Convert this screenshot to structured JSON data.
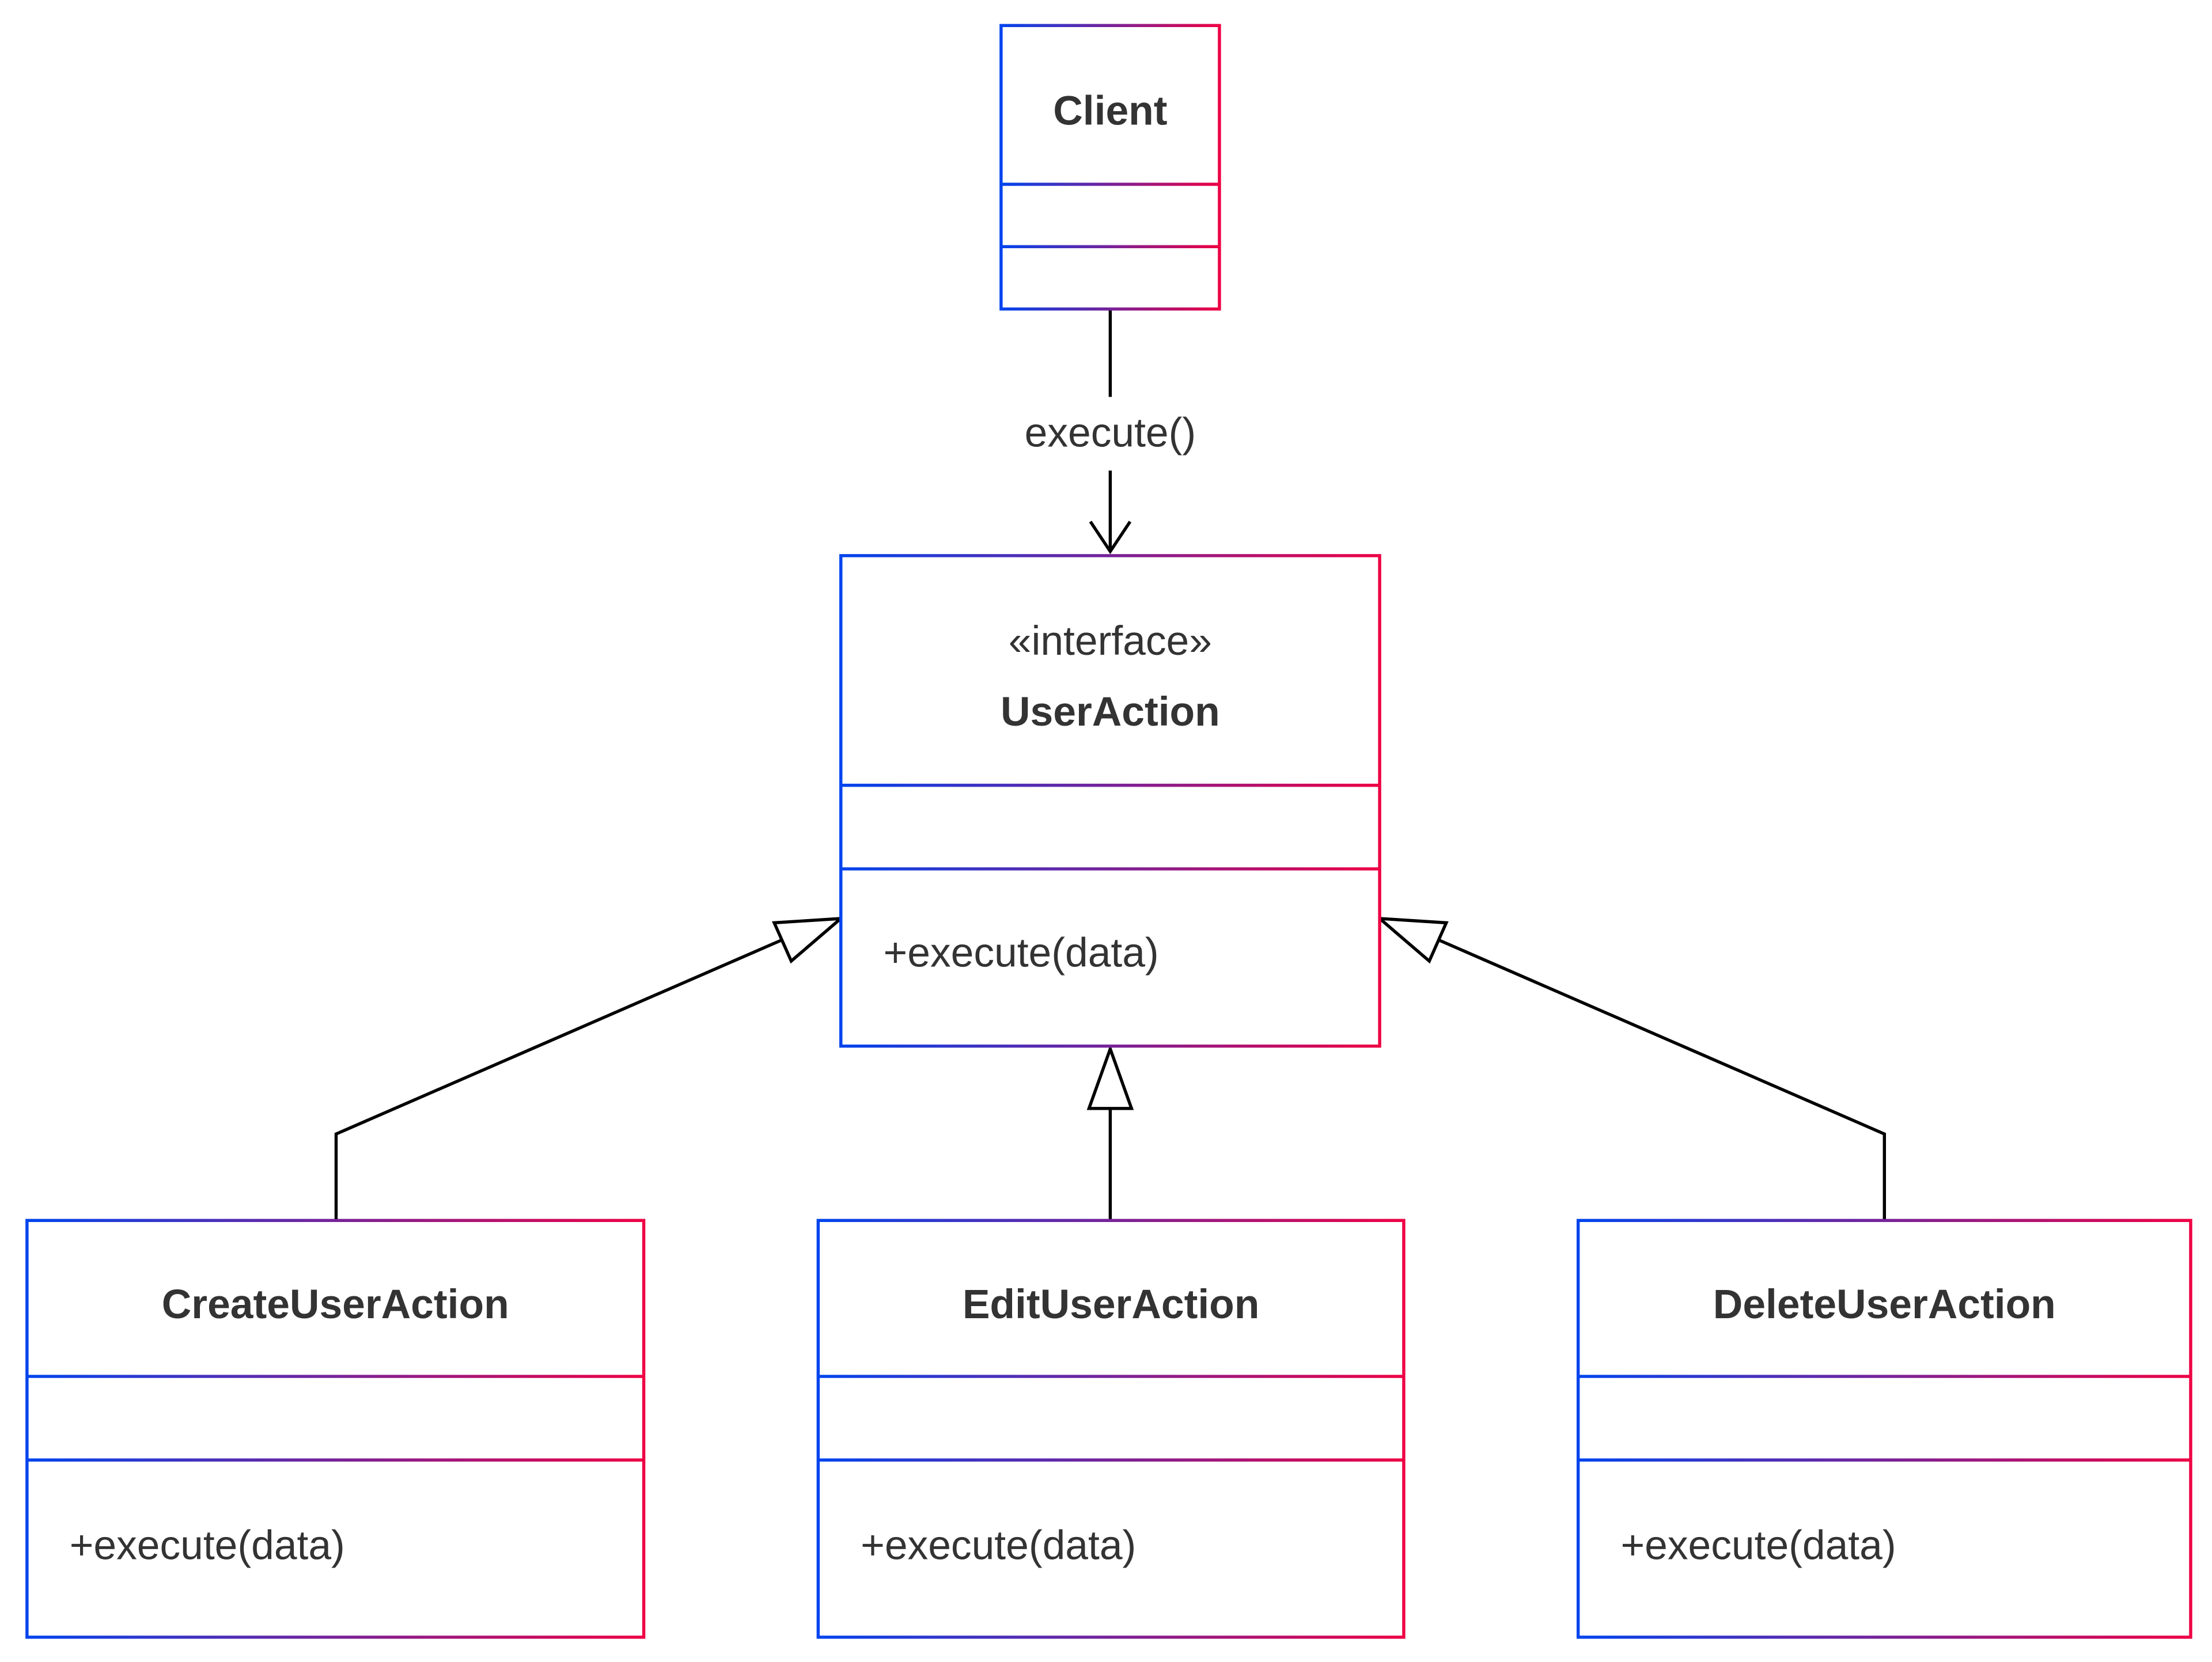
{
  "colors": {
    "gradient_start": "#0044ee",
    "gradient_end": "#ee0044",
    "text": "#333333",
    "edge": "#000000"
  },
  "classes": {
    "client": {
      "name": "Client",
      "stereotype": "",
      "methods": []
    },
    "user_action": {
      "name": "UserAction",
      "stereotype": "«interface»",
      "methods": [
        "+execute(data)"
      ]
    },
    "create": {
      "name": "CreateUserAction",
      "stereotype": "",
      "methods": [
        "+execute(data)"
      ]
    },
    "edit": {
      "name": "EditUserAction",
      "stereotype": "",
      "methods": [
        "+execute(data)"
      ]
    },
    "delete": {
      "name": "DeleteUserAction",
      "stereotype": "",
      "methods": [
        "+execute(data)"
      ]
    }
  },
  "relations": [
    {
      "from": "Client",
      "to": "UserAction",
      "type": "dependency",
      "label": "execute()"
    },
    {
      "from": "CreateUserAction",
      "to": "UserAction",
      "type": "realization"
    },
    {
      "from": "EditUserAction",
      "to": "UserAction",
      "type": "realization"
    },
    {
      "from": "DeleteUserAction",
      "to": "UserAction",
      "type": "realization"
    }
  ]
}
